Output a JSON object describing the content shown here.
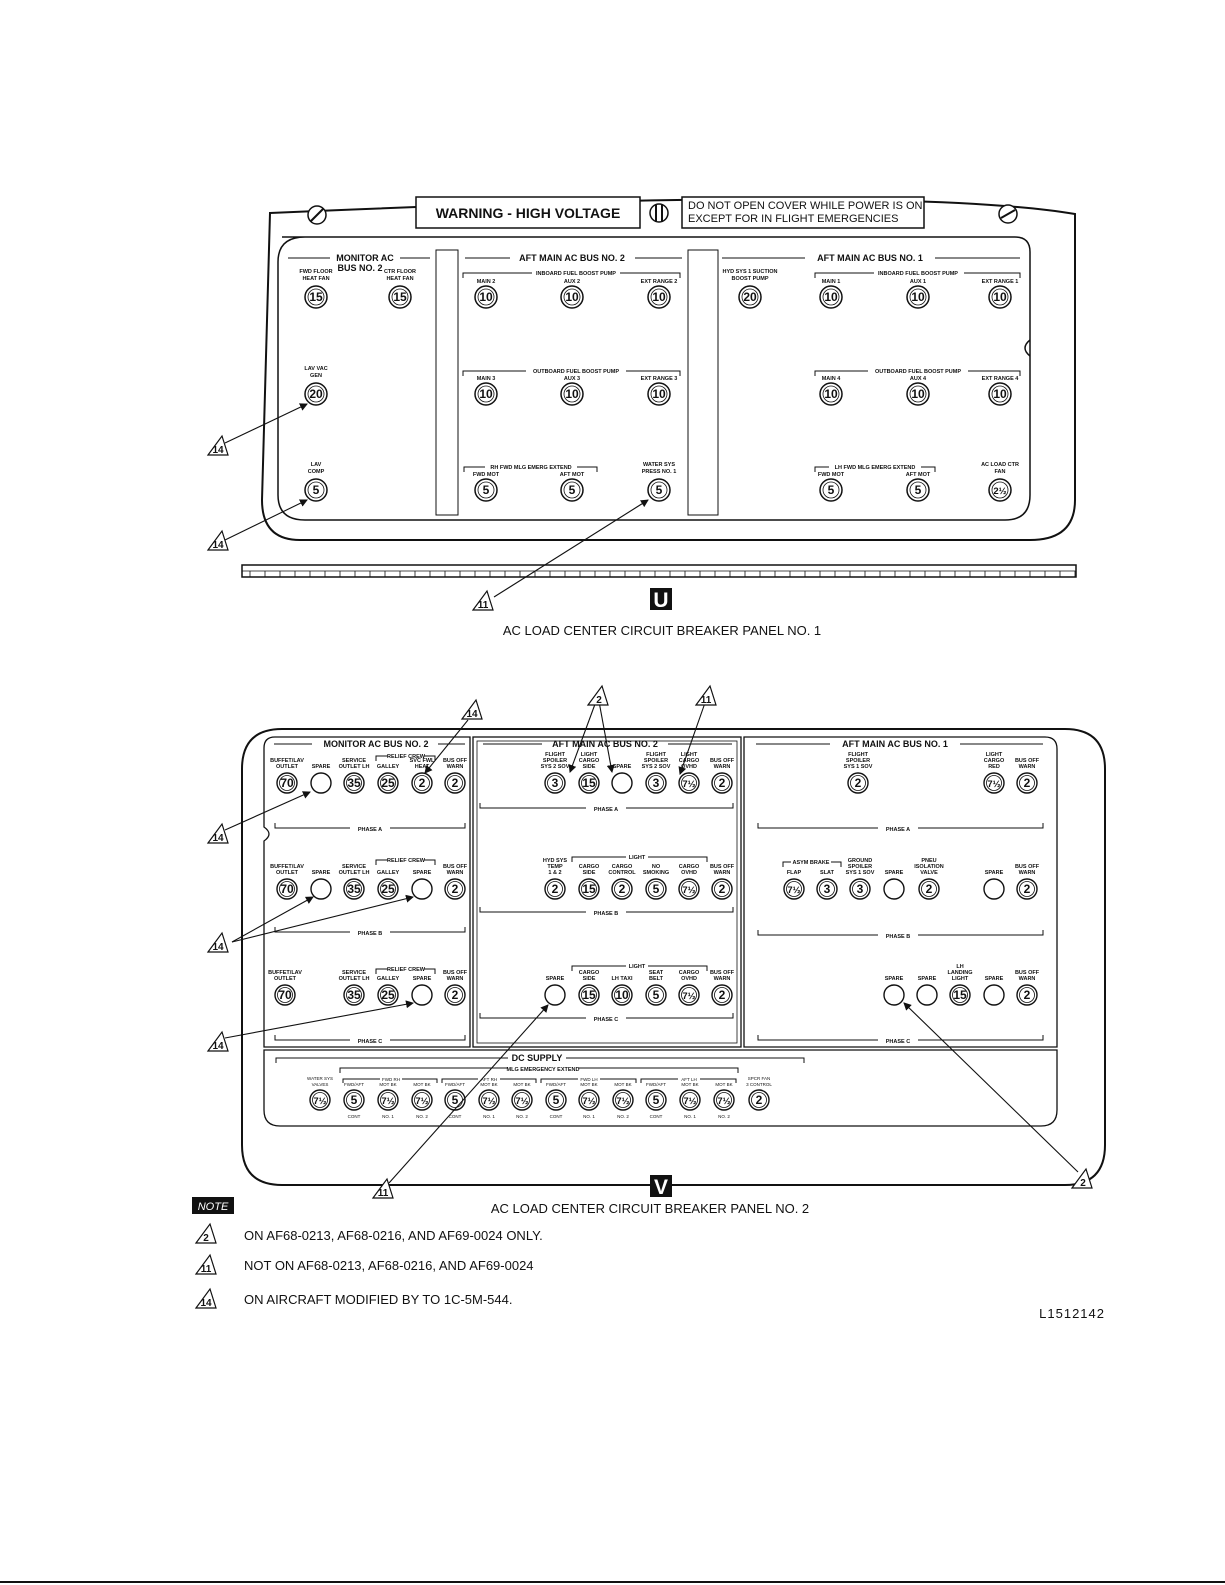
{
  "panel1": {
    "caption": "AC LOAD CENTER CIRCUIT BREAKER PANEL NO. 1",
    "letter": "U",
    "warning": "WARNING - HIGH VOLTAGE",
    "cover_text_1": "DO NOT OPEN COVER WHILE POWER IS ON",
    "cover_text_2": "EXCEPT FOR IN FLIGHT EMERGENCIES",
    "sections": {
      "monitor": "MONITOR AC",
      "monitor2": "BUS NO. 2",
      "aft2": "AFT MAIN   AC BUS NO. 2",
      "aft1": "AFT MAIN   AC BUS NO. 1"
    },
    "groups": {
      "ib2": "INBOARD FUEL BOOST PUMP",
      "ob2": "OUTBOARD FUEL BOOST PUMP",
      "rh_mlg": "RH FWD MLG EMERG EXTEND",
      "ib1": "INBOARD FUEL BOOST PUMP",
      "ob1": "OUTBOARD FUEL BOOST PUMP",
      "lh_mlg": "LH FWD MLG EMERG EXTEND"
    },
    "breakers": [
      {
        "l1": "FWD FLOOR",
        "l2": "HEAT FAN",
        "v": "15"
      },
      {
        "l1": "CTR FLOOR",
        "l2": "HEAT FAN",
        "v": "15"
      },
      {
        "l1": "LAV VAC",
        "l2": "GEN",
        "v": "20"
      },
      {
        "l1": "LAV",
        "l2": "COMP",
        "v": "5"
      },
      {
        "l1": "MAIN 2",
        "l2": "",
        "v": "10"
      },
      {
        "l1": "AUX 2",
        "l2": "",
        "v": "10"
      },
      {
        "l1": "EXT RANGE 2",
        "l2": "",
        "v": "10"
      },
      {
        "l1": "MAIN 3",
        "l2": "",
        "v": "10"
      },
      {
        "l1": "AUX 3",
        "l2": "",
        "v": "10"
      },
      {
        "l1": "EXT RANGE 3",
        "l2": "",
        "v": "10"
      },
      {
        "l1": "FWD MOT",
        "l2": "",
        "v": "5"
      },
      {
        "l1": "AFT MOT",
        "l2": "",
        "v": "5"
      },
      {
        "l1": "WATER SYS",
        "l2": "PRESS NO. 1",
        "v": "5"
      },
      {
        "l1": "HYD SYS 1 SUCTION",
        "l2": "BOOST PUMP",
        "v": "20"
      },
      {
        "l1": "MAIN 1",
        "l2": "",
        "v": "10"
      },
      {
        "l1": "AUX 1",
        "l2": "",
        "v": "10"
      },
      {
        "l1": "EXT RANGE 1",
        "l2": "",
        "v": "10"
      },
      {
        "l1": "MAIN 4",
        "l2": "",
        "v": "10"
      },
      {
        "l1": "AUX 4",
        "l2": "",
        "v": "10"
      },
      {
        "l1": "EXT RANGE 4",
        "l2": "",
        "v": "10"
      },
      {
        "l1": "FWD MOT",
        "l2": "",
        "v": "5"
      },
      {
        "l1": "AFT MOT",
        "l2": "",
        "v": "5"
      },
      {
        "l1": "AC LOAD CTR",
        "l2": "FAN",
        "v": "2½"
      }
    ]
  },
  "panel2": {
    "caption": "AC LOAD CENTER CIRCUIT BREAKER PANEL NO. 2",
    "letter": "V",
    "sections": {
      "monitor": "MONITOR AC BUS NO. 2",
      "aft2": "AFT MAIN AC BUS NO. 2",
      "aft1": "AFT MAIN AC BUS NO. 1",
      "dc": "DC SUPPLY",
      "mlg": "MLG EMERGENCY EXTEND"
    },
    "phases": {
      "a": "PHASE A",
      "b": "PHASE B",
      "c": "PHASE C"
    },
    "groups": {
      "relief": "RELIEF CREW",
      "light": "LIGHT",
      "asym": "ASYM BRAKE",
      "fwd_rh": "FWD RH",
      "aft_rh": "AFT RH",
      "fwd_lh": "FWD LH",
      "aft_lh": "AFT LH"
    },
    "labels": {
      "buffet": "BUFFET/LAV",
      "outlet": "OUTLET",
      "spare": "SPARE",
      "service": "SERVICE",
      "outlet_lh": "OUTLET LH",
      "galley": "GALLEY",
      "svc_fwl": "SVC FWL",
      "heat": "HEAT",
      "bus_off": "BUS OFF",
      "warn": "WARN",
      "flight": "FLIGHT",
      "spoiler": "SPOILER",
      "sys2sov": "SYS 2 SOV",
      "sys1sov": "SYS 1 SOV",
      "light_t": "LIGHT",
      "cargo": "CARGO",
      "side": "SIDE",
      "ovhd": "OVHD",
      "red": "RED",
      "hyd_sys": "HYD SYS",
      "temp": "TEMP",
      "one_two": "1 & 2",
      "control": "CONTROL",
      "no": "NO",
      "smoking": "SMOKING",
      "lh_taxi": "LH TAXI",
      "seat": "SEAT",
      "belt": "BELT",
      "flap": "FLAP",
      "slat": "SLAT",
      "ground": "GROUND",
      "pneu": "PNEU",
      "isolation": "ISOLATION",
      "valve": "VALVE",
      "lh": "LH",
      "landing": "LANDING",
      "water_sys": "WATER SYS",
      "valves": "VALVES",
      "fwd_aft": "FWD/AFT",
      "mot_bk": "MOT BK",
      "cont": "CONT",
      "no1": "NO. 1",
      "no2": "NO. 2",
      "spcr_fan": "SPCR FAN",
      "three_control": "3 CONTROL"
    },
    "values": {
      "v70": "70",
      "v35": "35",
      "v25": "25",
      "v2": "2",
      "v3": "3",
      "v15": "15",
      "v5": "5",
      "v10": "10",
      "v7h": "7½"
    }
  },
  "callouts": {
    "c2": "2",
    "c11": "11",
    "c14": "14"
  },
  "notes": {
    "badge": "NOTE",
    "n2": "ON AF68-0213, AF68-0216, AND AF69-0024 ONLY.",
    "n11": "NOT ON AF68-0213, AF68-0216, AND AF69-0024",
    "n14": "ON AIRCRAFT MODIFIED BY TO 1C-5M-544."
  },
  "figure_ref": "L1512142"
}
